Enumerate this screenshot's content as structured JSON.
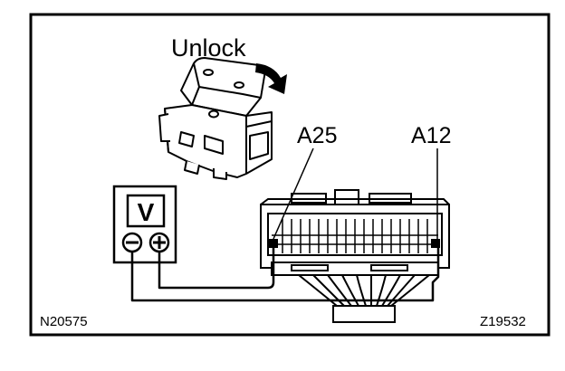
{
  "labels": {
    "action": "Unlock",
    "terminal_a": "A25",
    "terminal_b": "A12",
    "meter_symbol": "V",
    "minus_symbol": "−",
    "plus_symbol": "+",
    "figure_code_left": "N20575",
    "figure_code_right": "Z19532"
  }
}
